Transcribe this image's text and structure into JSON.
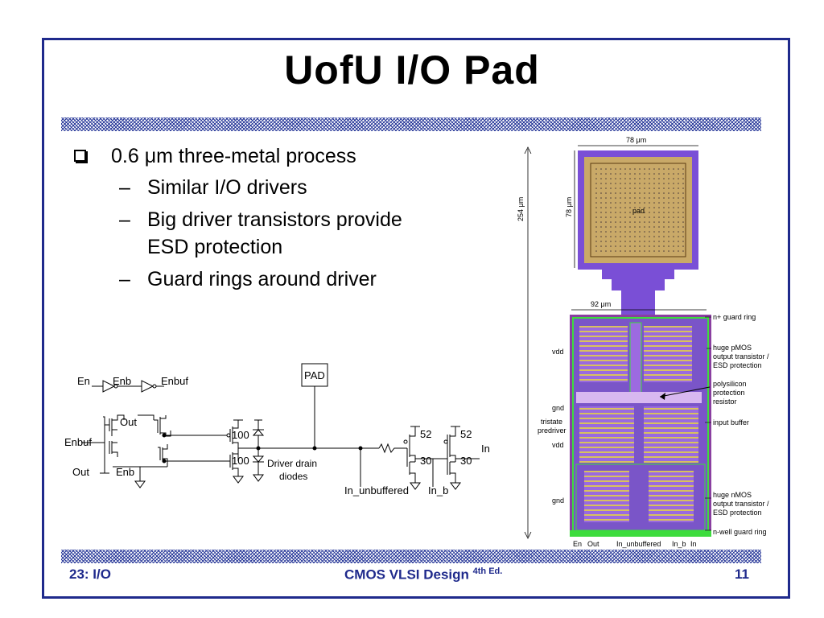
{
  "slide": {
    "title": "UofU I/O Pad",
    "bullets": [
      {
        "text": "0.6 μm three-metal process",
        "subs": [
          "Similar I/O drivers",
          "Big driver transistors provide ESD protection",
          "Guard rings around driver"
        ]
      }
    ],
    "footer": {
      "left": "23: I/O",
      "center": "CMOS VLSI Design",
      "center_sup": "4th Ed.",
      "right": "11"
    }
  },
  "schematic": {
    "labels": {
      "en": "En",
      "enb": "Enb",
      "enbuf": "Enbuf",
      "out_top": "Out",
      "enbuf_side": "Enbuf",
      "out_side": "Out",
      "enb_bottom": "Enb",
      "pad": "PAD",
      "w100a": "100",
      "w100b": "100",
      "driver_diodes_1": "Driver drain",
      "driver_diodes_2": "diodes",
      "w52a": "52",
      "w52b": "52",
      "w30a": "30",
      "w30b": "30",
      "in": "In",
      "in_unbuffered": "In_unbuffered",
      "in_b": "In_b"
    }
  },
  "layout": {
    "dim_78_top": "78 μm",
    "dim_78_side": "78 μm",
    "dim_254": "254 μm",
    "dim_92": "92 μm",
    "pad_label": "pad",
    "n_guard": "n+ guard ring",
    "huge_pmos_1": "huge pMOS",
    "huge_pmos_2": "output transistor /",
    "huge_pmos_3": "ESD protection",
    "poly_1": "polysilicon",
    "poly_2": "protection",
    "poly_3": "resistor",
    "input_buffer": "input buffer",
    "huge_nmos_1": "huge nMOS",
    "huge_nmos_2": "output transistor /",
    "huge_nmos_3": "ESD protection",
    "nwell": "n-well guard ring",
    "vdd_top": "vdd",
    "gnd_mid": "gnd",
    "tristate_1": "tristate",
    "tristate_2": "predriver",
    "vdd_mid": "vdd",
    "gnd_bot": "gnd",
    "b_en": "En",
    "b_out": "Out",
    "b_inunbuf": "In_unbuffered",
    "b_inb": "In_b",
    "b_in": "In"
  },
  "colors": {
    "frame": "#1f2a8c",
    "footer": "#1f2a8c",
    "pad_metal": "#7a4fd6",
    "pad_core": "#c9a968"
  }
}
